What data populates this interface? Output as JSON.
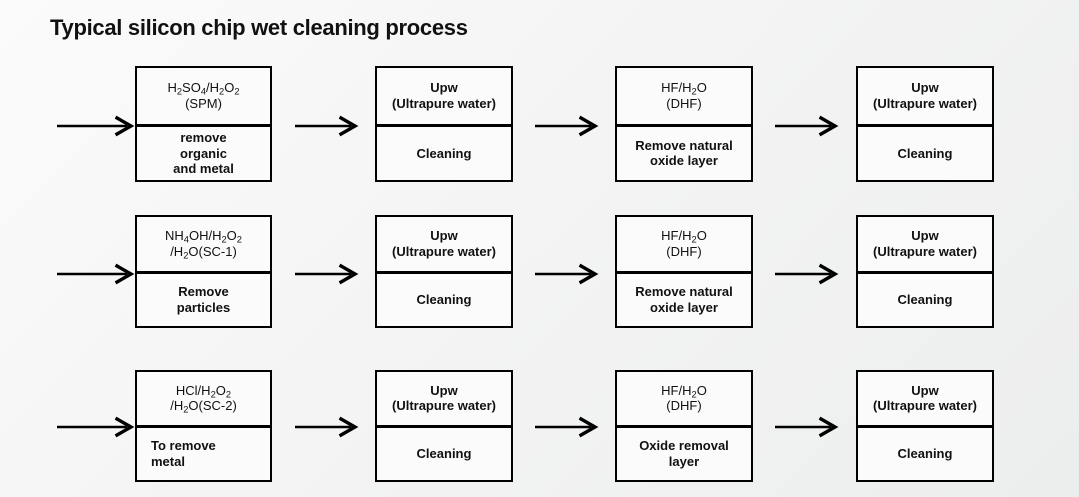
{
  "title": "Typical silicon chip wet cleaning process",
  "colors": {
    "background": "#f4f4f4",
    "box_border": "#000000",
    "box_fill": "#fbfbfb",
    "text": "#111111",
    "arrow": "#000000"
  },
  "diagram": {
    "type": "process-flow",
    "rows": 3,
    "columns": 4,
    "rows_data": [
      {
        "row_index": 1,
        "steps": [
          {
            "id": "r1c1",
            "chemical": "H2SO4/H2O2\n(SPM)",
            "chemical_html": "H<sub>2</sub>SO<sub>4</sub>/H<sub>2</sub>O<sub>2</sub><br>(SPM)",
            "purpose": "remove\norganic\nand metal",
            "chemical_bold": false,
            "purpose_align": "center"
          },
          {
            "id": "r1c2",
            "chemical": "Upw\n(Ultrapure water)",
            "chemical_html": "Upw<br>(Ultrapure water)",
            "purpose": "Cleaning",
            "chemical_bold": true,
            "purpose_align": "center"
          },
          {
            "id": "r1c3",
            "chemical": "HF/H2O\n(DHF)",
            "chemical_html": "HF/H<sub>2</sub>O<br>(DHF)",
            "purpose": "Remove natural\noxide layer",
            "chemical_bold": false,
            "purpose_align": "center"
          },
          {
            "id": "r1c4",
            "chemical": "Upw\n(Ultrapure water)",
            "chemical_html": "Upw<br>(Ultrapure water)",
            "purpose": "Cleaning",
            "chemical_bold": true,
            "purpose_align": "center"
          }
        ]
      },
      {
        "row_index": 2,
        "steps": [
          {
            "id": "r2c1",
            "chemical": "NH4OH/H2O2\n/H2O(SC-1)",
            "chemical_html": "NH<sub>4</sub>OH/H<sub>2</sub>O<sub>2</sub><br>/H<sub>2</sub>O(SC-1)",
            "purpose": "Remove\nparticles",
            "chemical_bold": false,
            "purpose_align": "center"
          },
          {
            "id": "r2c2",
            "chemical": "Upw\n(Ultrapure water)",
            "chemical_html": "Upw<br>(Ultrapure water)",
            "purpose": "Cleaning",
            "chemical_bold": true,
            "purpose_align": "center"
          },
          {
            "id": "r2c3",
            "chemical": "HF/H2O\n(DHF)",
            "chemical_html": "HF/H<sub>2</sub>O<br>(DHF)",
            "purpose": "Remove natural\noxide layer",
            "chemical_bold": false,
            "purpose_align": "center"
          },
          {
            "id": "r2c4",
            "chemical": "Upw\n(Ultrapure water)",
            "chemical_html": "Upw<br>(Ultrapure water)",
            "purpose": "Cleaning",
            "chemical_bold": true,
            "purpose_align": "center"
          }
        ]
      },
      {
        "row_index": 3,
        "steps": [
          {
            "id": "r3c1",
            "chemical": "HCl/H2O2\n/H2O(SC-2)",
            "chemical_html": "HCl/H<sub>2</sub>O<sub>2</sub><br>/H<sub>2</sub>O(SC-2)",
            "purpose": "To remove\nmetal",
            "chemical_bold": false,
            "purpose_align": "left"
          },
          {
            "id": "r3c2",
            "chemical": "Upw\n(Ultrapure water)",
            "chemical_html": "Upw<br>(Ultrapure water)",
            "purpose": "Cleaning",
            "chemical_bold": true,
            "purpose_align": "center"
          },
          {
            "id": "r3c3",
            "chemical": "HF/H2O\n(DHF)",
            "chemical_html": "HF/H<sub>2</sub>O<br>(DHF)",
            "purpose": "Oxide removal\nlayer",
            "chemical_bold": false,
            "purpose_align": "center"
          },
          {
            "id": "r3c4",
            "chemical": "Upw\n(Ultrapure water)",
            "chemical_html": "Upw<br>(Ultrapure water)",
            "purpose": "Cleaning",
            "chemical_bold": true,
            "purpose_align": "center"
          }
        ]
      }
    ],
    "arrows": [
      {
        "id": "a-r1-0",
        "direction": "right"
      },
      {
        "id": "a-r1-1",
        "direction": "right"
      },
      {
        "id": "a-r1-2",
        "direction": "right"
      },
      {
        "id": "a-r1-3",
        "direction": "right"
      },
      {
        "id": "a-r2-0",
        "direction": "right"
      },
      {
        "id": "a-r2-1",
        "direction": "right"
      },
      {
        "id": "a-r2-2",
        "direction": "right"
      },
      {
        "id": "a-r2-3",
        "direction": "right"
      },
      {
        "id": "a-r3-0",
        "direction": "right"
      },
      {
        "id": "a-r3-1",
        "direction": "right"
      },
      {
        "id": "a-r3-2",
        "direction": "right"
      },
      {
        "id": "a-r3-3",
        "direction": "right"
      }
    ]
  }
}
